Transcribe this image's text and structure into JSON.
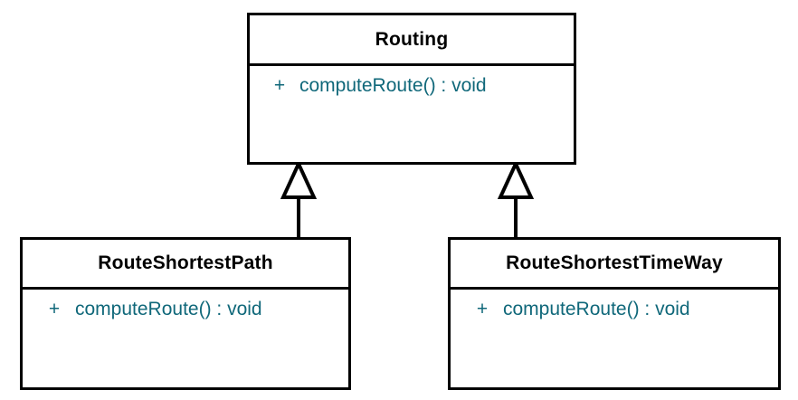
{
  "diagram": {
    "kind": "uml-class-diagram",
    "background_color": "#FFFFFF",
    "border_color": "#000000",
    "class_name_color": "#000000",
    "member_text_color": "#10687A",
    "classes": [
      {
        "id": "routing",
        "name": "Routing",
        "role": "superclass",
        "members": [
          {
            "visibility": "+",
            "signature": "computeRoute() : void"
          }
        ]
      },
      {
        "id": "route-shortest-path",
        "name": "RouteShortestPath",
        "role": "subclass",
        "members": [
          {
            "visibility": "+",
            "signature": "computeRoute() : void"
          }
        ]
      },
      {
        "id": "route-shortest-time-way",
        "name": "RouteShortestTimeWay",
        "role": "subclass",
        "members": [
          {
            "visibility": "+",
            "signature": "computeRoute() : void"
          }
        ]
      }
    ],
    "relationships": [
      {
        "id": "generalization-left",
        "type": "generalization",
        "from": "RouteShortestPath",
        "to": "Routing",
        "arrow": "hollow-triangle"
      },
      {
        "id": "generalization-right",
        "type": "generalization",
        "from": "RouteShortestTimeWay",
        "to": "Routing",
        "arrow": "hollow-triangle"
      }
    ]
  }
}
